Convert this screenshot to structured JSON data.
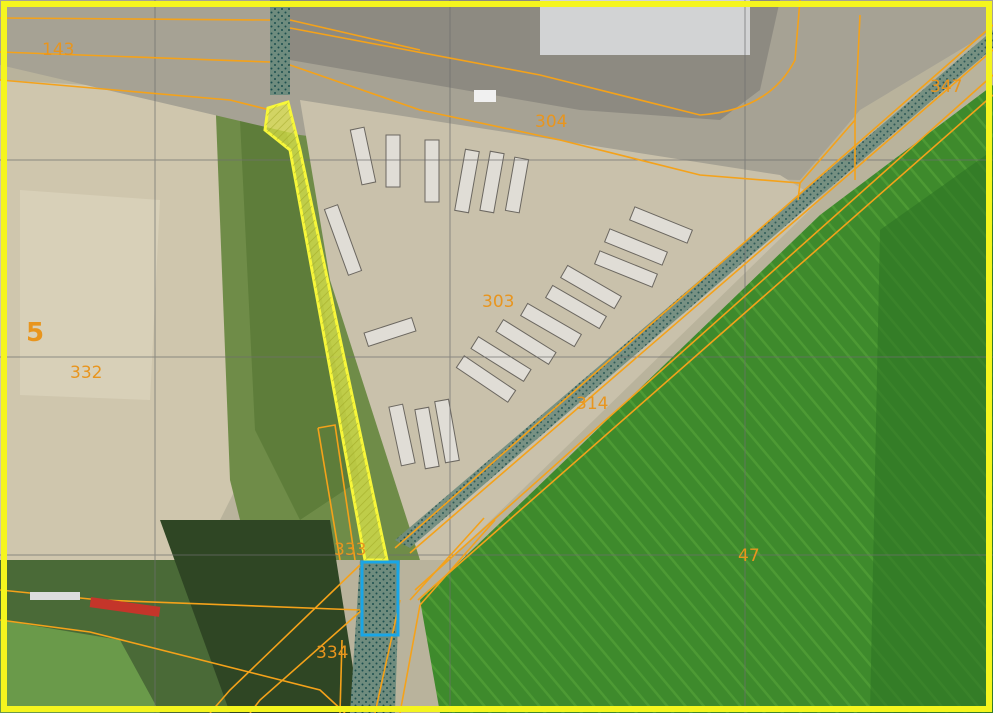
{
  "colors": {
    "frame": "#f5f51e",
    "parcel_line": "#f4a21a",
    "grid_line": "#6e6e6e",
    "highlight_fill": "#e9f04a",
    "highlight_outline": "#f7f73a",
    "selection_outline": "#19a6e6",
    "label": "#e8951e"
  },
  "map": {
    "parcel_labels": [
      {
        "id": "143",
        "text": "143"
      },
      {
        "id": "304",
        "text": "304"
      },
      {
        "id": "347",
        "text": "347"
      },
      {
        "id": "303",
        "text": "303"
      },
      {
        "id": "332",
        "text": "332"
      },
      {
        "id": "314",
        "text": "314"
      },
      {
        "id": "333",
        "text": "333"
      },
      {
        "id": "47",
        "text": "47"
      },
      {
        "id": "334",
        "text": "334"
      }
    ],
    "sheet_label": "5"
  }
}
